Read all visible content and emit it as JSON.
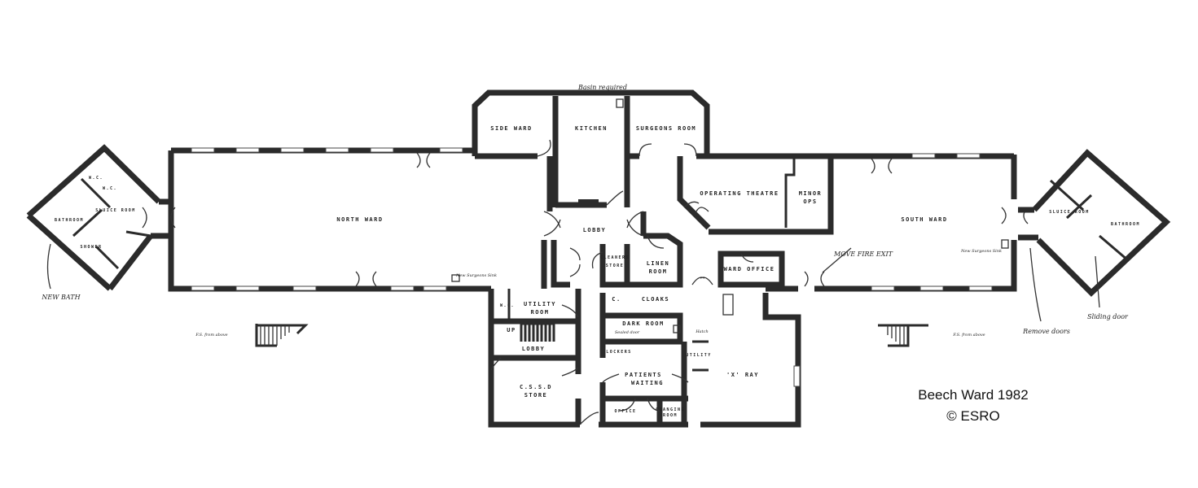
{
  "title": "Beech Ward 1982",
  "copyright": "© ESRO",
  "annotations": {
    "basin_required": "Basin required",
    "move_fire_exit": "MOVE FIRE EXIT",
    "new_bath": "NEW BATH",
    "remove_doors": "Remove doors",
    "sliding_door": "Sliding door",
    "fs_from_above_left": "F.S. from above",
    "fs_from_above_right": "F.S. from above",
    "new_surgeons_sink": "New Surgeons Sink",
    "new_surgeons_sink_right": "New Surgeons Sink",
    "sealed_door": "Sealed door",
    "hatch": "Hatch",
    "up": "UP",
    "c": "C."
  },
  "rooms": {
    "side_ward": "SIDE WARD",
    "kitchen": "KITCHEN",
    "surgeons_room": "SURGEONS ROOM",
    "operating_theatre": "OPERATING THEATRE",
    "minor_ops_1": "MINOR",
    "minor_ops_2": "OPS",
    "north_ward": "NORTH WARD",
    "south_ward": "SOUTH WARD",
    "lobby": "LOBBY",
    "cleaners_store_1": "CLEANERS",
    "cleaners_store_2": "STORE",
    "linen_room_1": "LINEN",
    "linen_room_2": "ROOM",
    "ward_office": "WARD OFFICE",
    "wc": "W.C.",
    "utility_room_1": "UTILITY",
    "utility_room_2": "ROOM",
    "lower_lobby": "LOBBY",
    "cssd_store_1": "C.S.S.D",
    "cssd_store_2": "STORE",
    "cloaks": "CLOAKS",
    "dark_room": "DARK ROOM",
    "lockers": "LOCKERS",
    "patients_waiting_1": "PATIENTS",
    "patients_waiting_2": "WAITING",
    "office": "OFFICE",
    "changing_room_1": "CHANGING",
    "changing_room_2": "ROOM",
    "utility": "UTILITY",
    "x_ray": "'X' RAY",
    "left_sluice_room": "SLUICE ROOM",
    "left_bathroom": "BATHROOM",
    "left_wc_1": "W.C.",
    "left_wc_2": "W.C.",
    "left_shower": "SHOWER",
    "right_sluice_room": "SLUICE ROOM",
    "right_bathroom": "BATHROOM"
  }
}
